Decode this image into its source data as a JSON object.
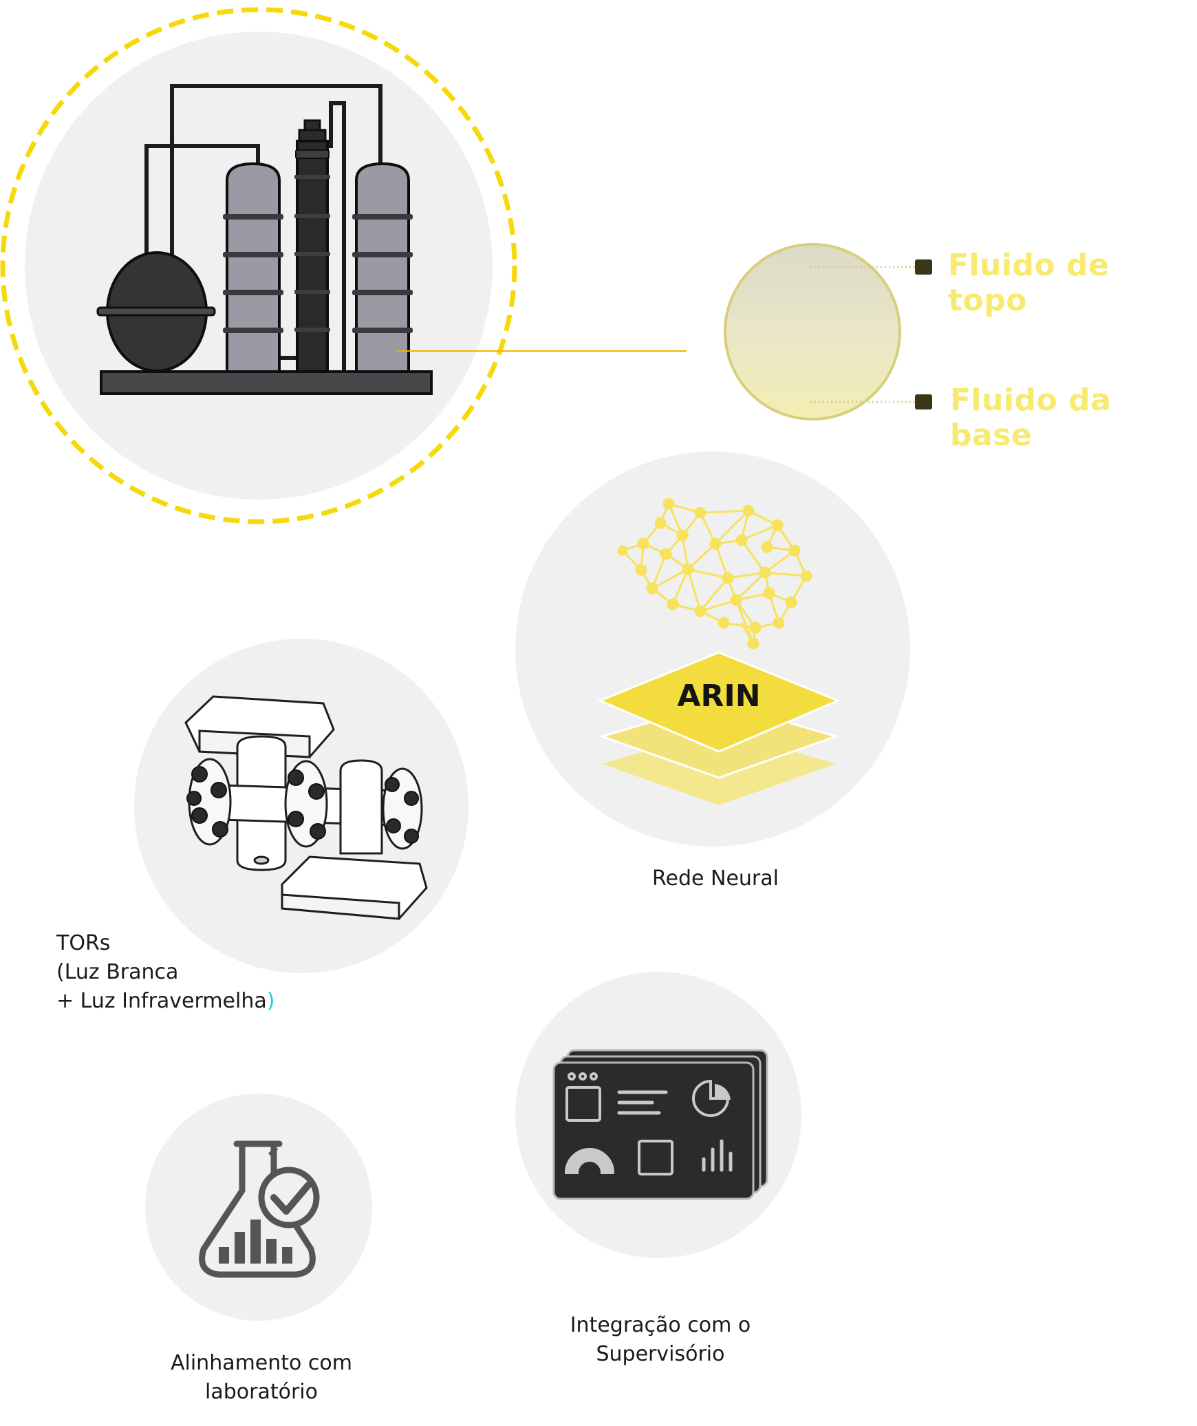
{
  "labels": {
    "fluid_top": "Fluido de topo",
    "fluid_base": "Fluido da base",
    "arin": "ARIN",
    "rede_neural": "Rede Neural",
    "tors_line1": "TORs",
    "tors_line2": "(Luz Branca",
    "tors_line3_main": "+ Luz Infravermelha",
    "tors_line3_paren": ")",
    "lab_line1": "Alinhamento com",
    "lab_line2": "laboratório",
    "sup_line1": "Integração com o",
    "sup_line2": "Supervisório"
  },
  "colors": {
    "accent_yellow": "#f5d90a",
    "label_yellow": "#f7ea6e",
    "circle_bg": "#f0f0f0",
    "marker_dark": "#3a3617",
    "paren_cyan": "#20c8e8"
  },
  "icons": [
    "refinery-icon",
    "sample-flask-icon",
    "brain-network-icon",
    "layers-icon",
    "tor-sensor-icon",
    "lab-flask-check-icon",
    "dashboard-icon"
  ]
}
